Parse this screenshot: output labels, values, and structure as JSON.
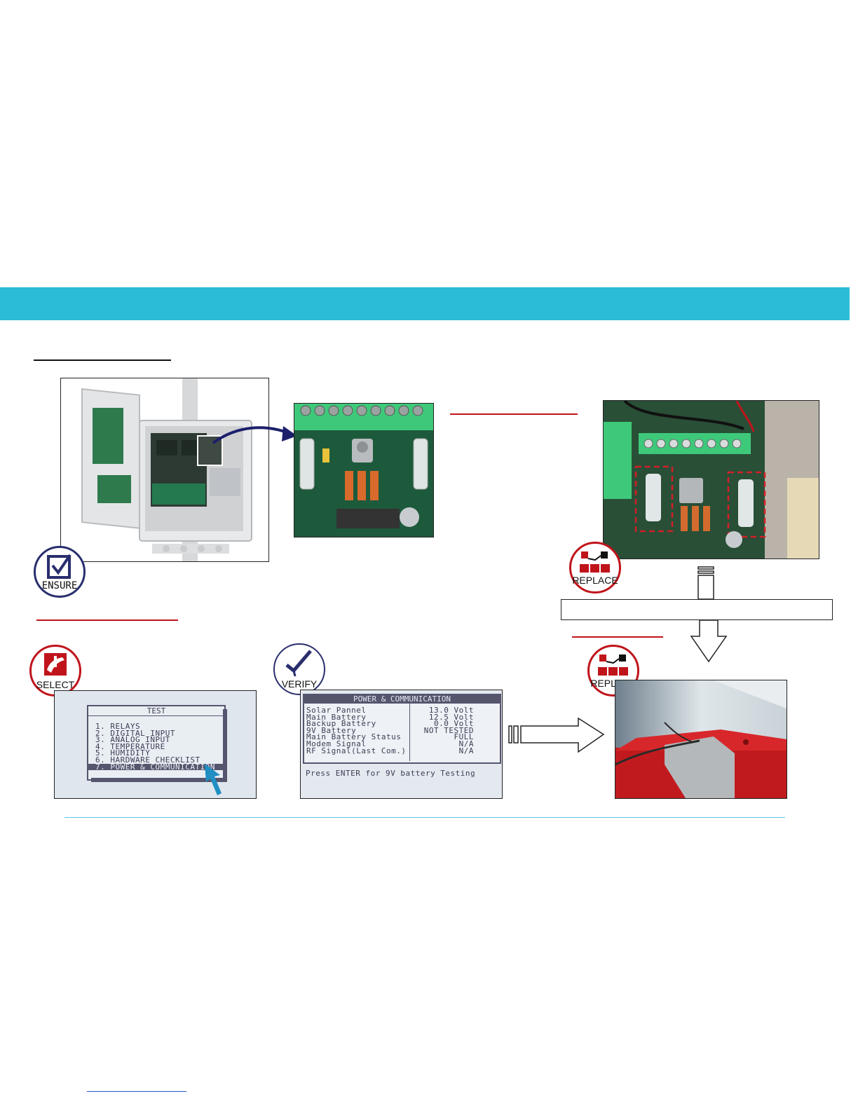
{
  "colors": {
    "banner": "#2bbcd8",
    "accent_red": "#c0141b",
    "badge_blue": "#2a2e6e",
    "arrow_navy": "#1c1f6a",
    "divider": "#5ec7e6"
  },
  "badges": {
    "ensure": {
      "label": "ENSURE",
      "icon": "checkbox-check-icon"
    },
    "replace_top": {
      "label": "REPLACE",
      "icon": "replace-boards-icon"
    },
    "select": {
      "label": "SELECT",
      "icon": "hand-select-icon"
    },
    "verify": {
      "label": "VERIFY",
      "icon": "checkmark-icon"
    },
    "replace_bottom": {
      "label": "REPLACE",
      "icon": "replace-boards-icon"
    }
  },
  "test_menu": {
    "title": "TEST",
    "items": [
      "1. RELAYS",
      "2. DIGITAL INPUT",
      "3. ANALOG INPUT",
      "4. TEMPERATURE",
      "5. HUMIDITY",
      "6. HARDWARE CHECKLIST",
      "7. POWER & COMMUNICATION"
    ]
  },
  "power_screen": {
    "title": "POWER & COMMUNICATION",
    "labels": [
      "Solar Pannel",
      "Main Battery",
      "Backup Battery",
      "9V Battery",
      "Main Battery Status",
      "Modem Signal",
      "RF Signal(Last Com.)"
    ],
    "values": [
      "13.0 Volt",
      "12.5 Volt",
      "0.0 Volt",
      "NOT TESTED",
      "FULL",
      "N/A",
      "N/A"
    ],
    "footer": "Press ENTER for 9V battery Testing"
  }
}
